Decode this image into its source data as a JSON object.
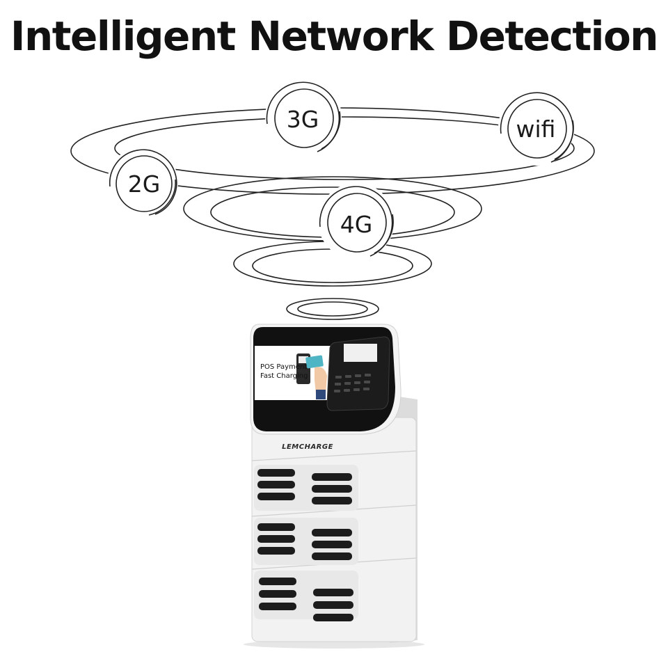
{
  "headline": "Intelligent Network Detection",
  "networks": [
    {
      "label": "2G",
      "icon": "signal-rings-icon"
    },
    {
      "label": "3G",
      "icon": "signal-rings-icon"
    },
    {
      "label": "4G",
      "icon": "signal-rings-icon"
    },
    {
      "label": "wifi",
      "icon": "signal-rings-icon"
    }
  ],
  "device": {
    "brand": "LEMCHARGE",
    "screen_line_1": "POS Payment",
    "screen_line_2": "Fast Charging"
  },
  "colors": {
    "text": "#111111",
    "line": "#222222",
    "device_body": "#f2f2f2",
    "screen_frame": "#111111",
    "card": "#4fb5c4"
  }
}
